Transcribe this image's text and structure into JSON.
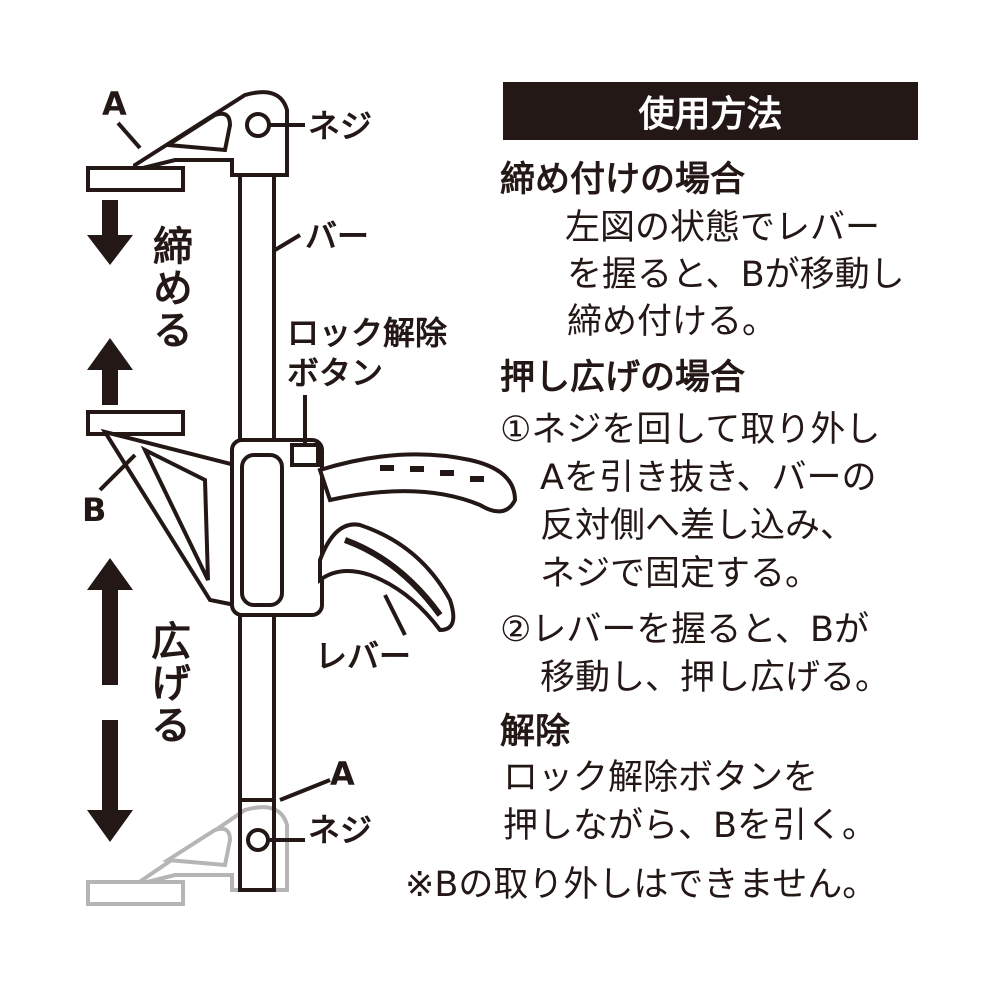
{
  "header": {
    "title": "使用方法"
  },
  "sections": [
    {
      "heading": "締め付けの場合",
      "lines": [
        "左図の状態でレバー",
        "を握ると、Bが移動し",
        "締め付ける。"
      ]
    },
    {
      "heading": "押し広げの場合",
      "lines": [
        "①ネジを回して取り外し",
        "Aを引き抜き、バーの",
        "反対側へ差し込み、",
        "ネジで固定する。",
        "②レバーを握ると、Bが",
        "移動し、押し広げる。"
      ]
    },
    {
      "heading": "解除",
      "lines": [
        "ロック解除ボタンを",
        "押しながら、Bを引く。"
      ]
    }
  ],
  "note": "※Bの取り外しはできません。",
  "diagram": {
    "label_a_top": "A",
    "label_screw_top": "ネジ",
    "label_bar": "バー",
    "label_lock_1": "ロック解除",
    "label_lock_2": "ボタン",
    "label_b": "B",
    "label_lever": "レバー",
    "label_a_bottom": "A",
    "label_screw_bottom": "ネジ",
    "label_tighten": "締める",
    "label_spread": "広げる"
  },
  "colors": {
    "ink": "#231815",
    "ghost": "#b5b5b5"
  }
}
